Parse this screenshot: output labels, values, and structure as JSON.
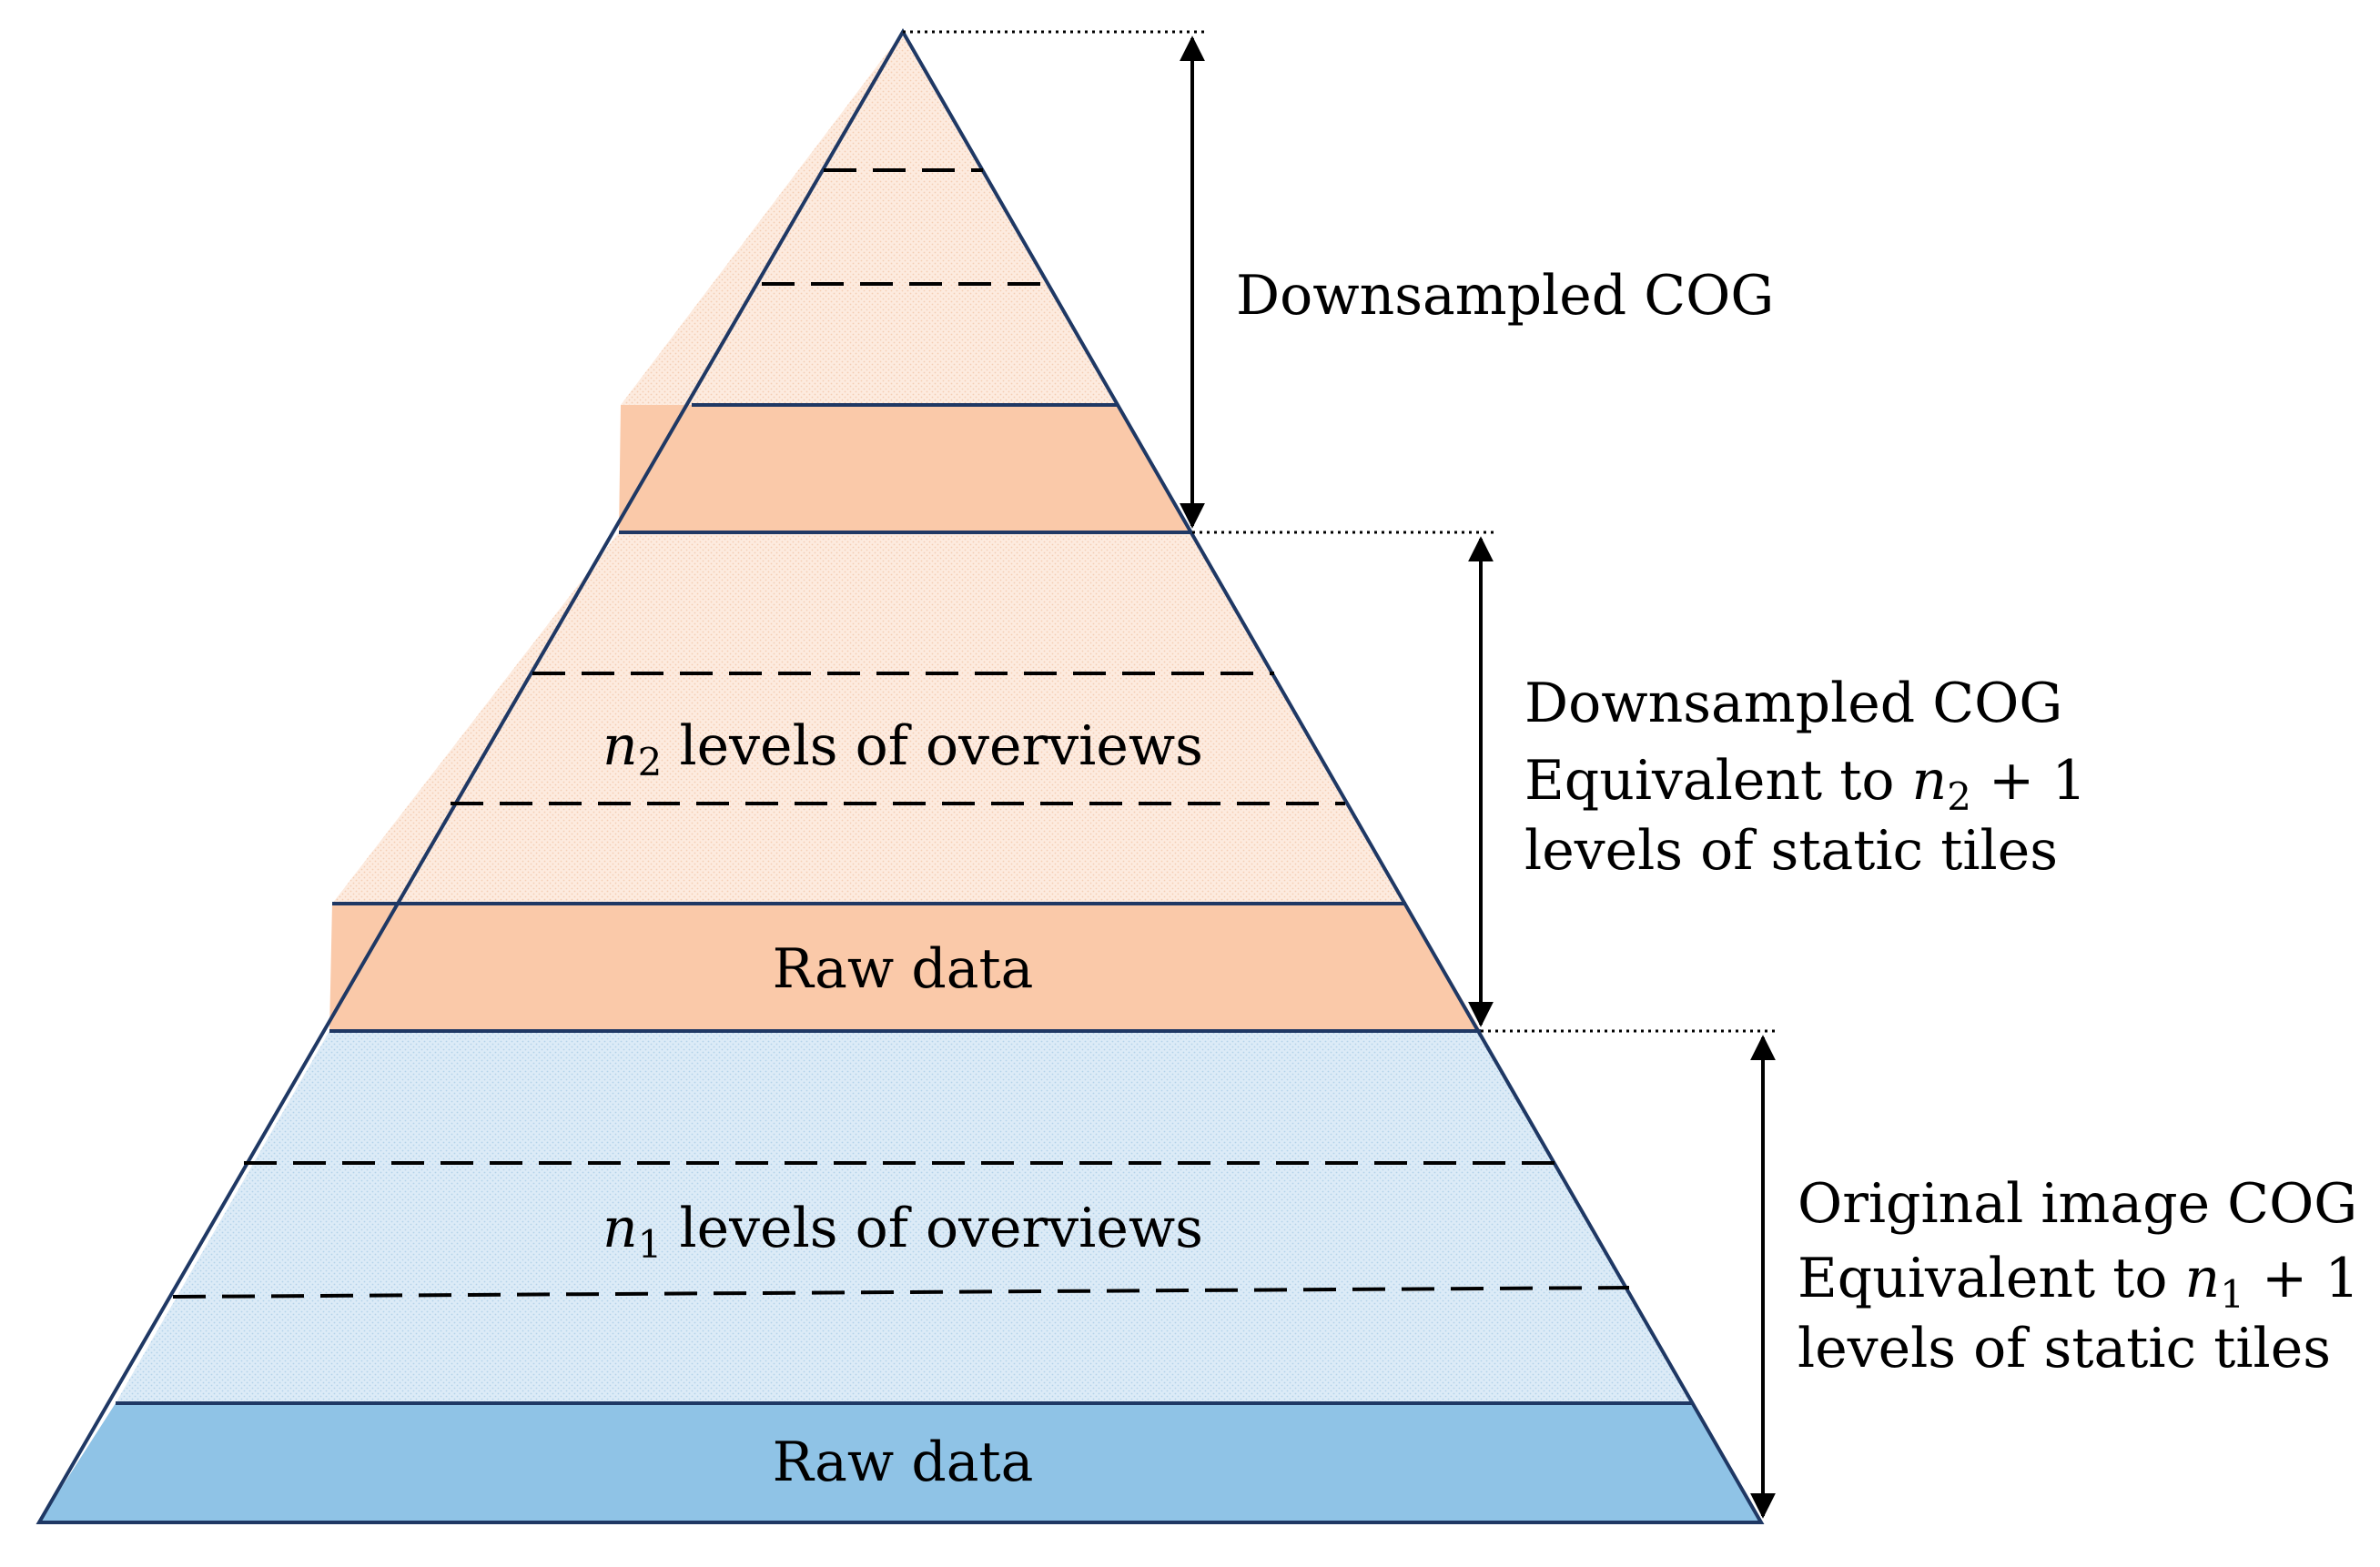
{
  "diagram": {
    "top_section": {
      "label": "Downsampled COG"
    },
    "middle_section": {
      "overview_label_var": "n",
      "overview_label_sub": "2",
      "overview_label_text": " levels of overviews",
      "raw_label": "Raw data",
      "side_line1": "Downsampled COG",
      "side_line2_prefix": "Equivalent to ",
      "side_line2_var": "n",
      "side_line2_sub": "2",
      "side_line2_suffix": " + 1",
      "side_line3": "levels of static tiles"
    },
    "bottom_section": {
      "overview_label_var": "n",
      "overview_label_sub": "1",
      "overview_label_text": " levels of overviews",
      "raw_label": "Raw data",
      "side_line1": "Original image COG",
      "side_line2_prefix": "Equivalent to ",
      "side_line2_var": "n",
      "side_line2_sub": "1",
      "side_line2_suffix": " + 1",
      "side_line3": "levels of static tiles"
    },
    "colors": {
      "orange_light": "#FDEBDF",
      "orange_dark": "#FAC9A9",
      "blue_light": "#DCEBF7",
      "blue_dark": "#8FC3E6",
      "outline": "#1F3864"
    }
  }
}
